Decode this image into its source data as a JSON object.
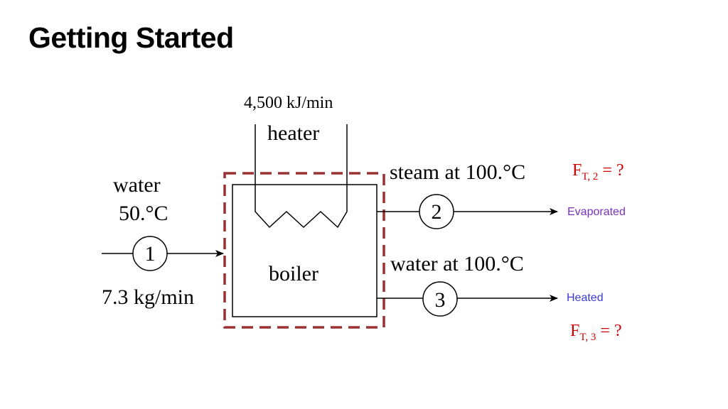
{
  "slide": {
    "title": "Getting Started"
  },
  "diagram": {
    "heater_duty": "4,500 kJ/min",
    "heater_label": "heater",
    "boiler_label": "boiler",
    "feed": {
      "stream_number": "1",
      "name": "water",
      "temperature": "50.°C",
      "flow": "7.3 kg/min"
    },
    "steam": {
      "stream_number": "2",
      "label": "steam at 100.°C",
      "unknown_main": "F",
      "unknown_sub": "T, 2",
      "unknown_tail": " = ?",
      "note": "Evaporated",
      "note_color": "#7b2fbf"
    },
    "liquid": {
      "stream_number": "3",
      "label": "water at 100.°C",
      "unknown_main": "F",
      "unknown_sub": "T, 3",
      "unknown_tail": " = ?",
      "note": "Heated",
      "note_color": "#3b3bd6"
    },
    "colors": {
      "system_boundary": "#9b3030",
      "unknown_text": "#cc0000"
    }
  }
}
